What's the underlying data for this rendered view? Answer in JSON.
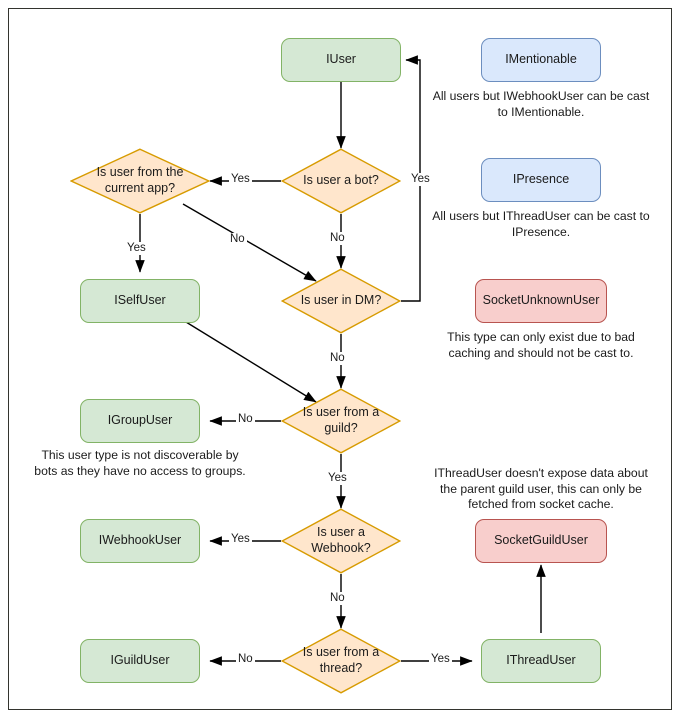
{
  "diagram": {
    "title": "Discord.Net user type resolution flowchart",
    "colors": {
      "green_fill": "#d5e8d4",
      "green_border": "#82b366",
      "blue_fill": "#dae8fc",
      "blue_border": "#6c8ebf",
      "red_fill": "#f8cecc",
      "red_border": "#b85450",
      "orange_fill": "#ffe6cc",
      "orange_border": "#d79b00",
      "edge": "#000000",
      "frame": "#33342e"
    },
    "nodes": {
      "iuser": "IUser",
      "is_bot": "Is user a bot?",
      "is_current_app": "Is user from the current app?",
      "iselfuser": "ISelfUser",
      "is_in_dm": "Is user in DM?",
      "igroupuser": "IGroupUser",
      "is_from_guild": "Is user from a guild?",
      "iwebhookuser": "IWebhookUser",
      "is_webhook": "Is user a Webhook?",
      "iguilduser": "IGuildUser",
      "is_from_thread": "Is user from a thread?",
      "ithreaduser": "IThreadUser",
      "imentionable": "IMentionable",
      "ipresence": "IPresence",
      "socketunknownuser": "SocketUnknownUser",
      "socketguilduser": "SocketGuildUser"
    },
    "notes": {
      "mentionable": "All users but IWebhookUser can be cast to IMentionable.",
      "presence": "All users but IThreadUser can be cast to IPresence.",
      "unknown": "This type can only exist due to bad caching and should not be cast to.",
      "group": "This user type is not discoverable by bots as they have no access to groups.",
      "thread": "IThreadUser doesn't expose data about the parent guild user, this can only be fetched from socket cache."
    },
    "edge_labels": {
      "bot_yes": "Yes",
      "dm_yes": "Yes",
      "bot_no": "No",
      "app_yes": "Yes",
      "app_no": "No",
      "dm_no": "No",
      "guild_no": "No",
      "guild_yes": "Yes",
      "webhook_yes": "Yes",
      "webhook_no": "No",
      "thread_no": "No",
      "thread_yes": "Yes"
    }
  }
}
